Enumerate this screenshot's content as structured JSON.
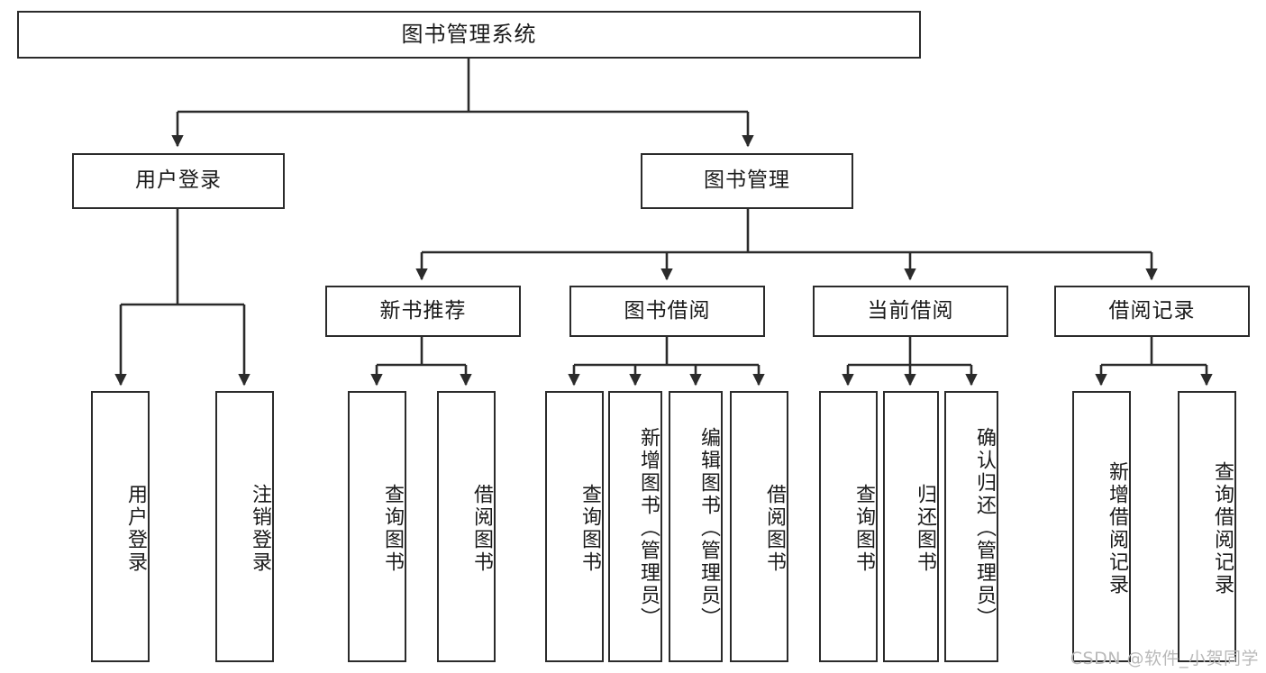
{
  "diagram": {
    "title": "图书管理系统",
    "type": "tree-hierarchy-chart",
    "orientation": "top-down",
    "colors": {
      "box_border": "#2b2b2b",
      "box_fill": "#ffffff",
      "connector": "#2b2b2b",
      "text": "#1a1a1a",
      "watermark": "#b9b9b9",
      "background": "#ffffff"
    }
  },
  "root": {
    "label": "图书管理系统"
  },
  "level2": [
    {
      "label": "用户登录"
    },
    {
      "label": "图书管理"
    }
  ],
  "level3": [
    {
      "label": "新书推荐"
    },
    {
      "label": "图书借阅"
    },
    {
      "label": "当前借阅"
    },
    {
      "label": "借阅记录"
    }
  ],
  "leaves": {
    "user_login": [
      {
        "label": "用户登录"
      },
      {
        "label": "注销登录"
      }
    ],
    "new_book_recommend": [
      {
        "label": "查询图书"
      },
      {
        "label": "借阅图书"
      }
    ],
    "book_borrow": [
      {
        "label": "查询图书"
      },
      {
        "label": "新增图书（管理员）"
      },
      {
        "label": "编辑图书（管理员）"
      },
      {
        "label": "借阅图书"
      }
    ],
    "current_borrow": [
      {
        "label": "查询图书"
      },
      {
        "label": "归还图书"
      },
      {
        "label": "确认归还（管理员）"
      }
    ],
    "borrow_record": [
      {
        "label": "新增借阅记录"
      },
      {
        "label": "查询借阅记录"
      }
    ]
  },
  "watermark": {
    "text": "CSDN @软件_小贺同学"
  }
}
